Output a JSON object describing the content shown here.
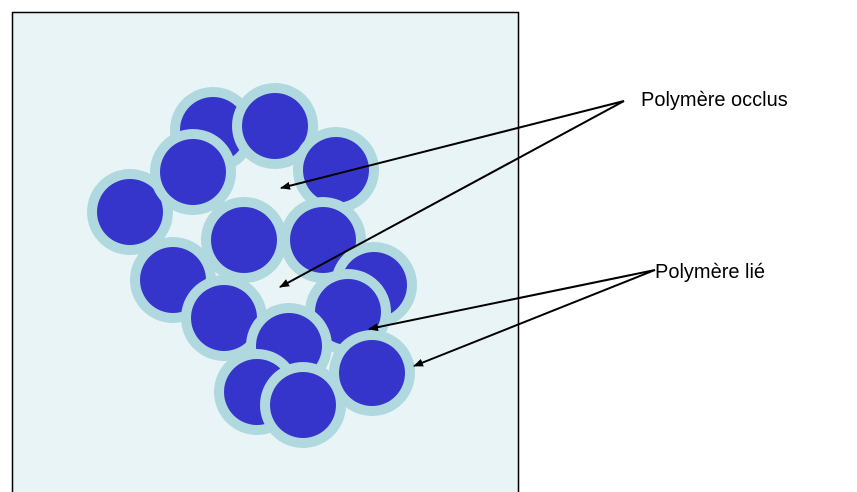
{
  "labels": {
    "occluded": "Polymère occlus",
    "bound": "Polymère lié"
  },
  "colors": {
    "background_panel": "#e8f4f5",
    "panel_border": "#000000",
    "particle_core": "#3535cc",
    "particle_shell": "#afd8df",
    "arrow": "#000000"
  },
  "elements": {
    "particle_count": 15,
    "occluded_arrow_count": 2,
    "bound_arrow_count": 2
  }
}
